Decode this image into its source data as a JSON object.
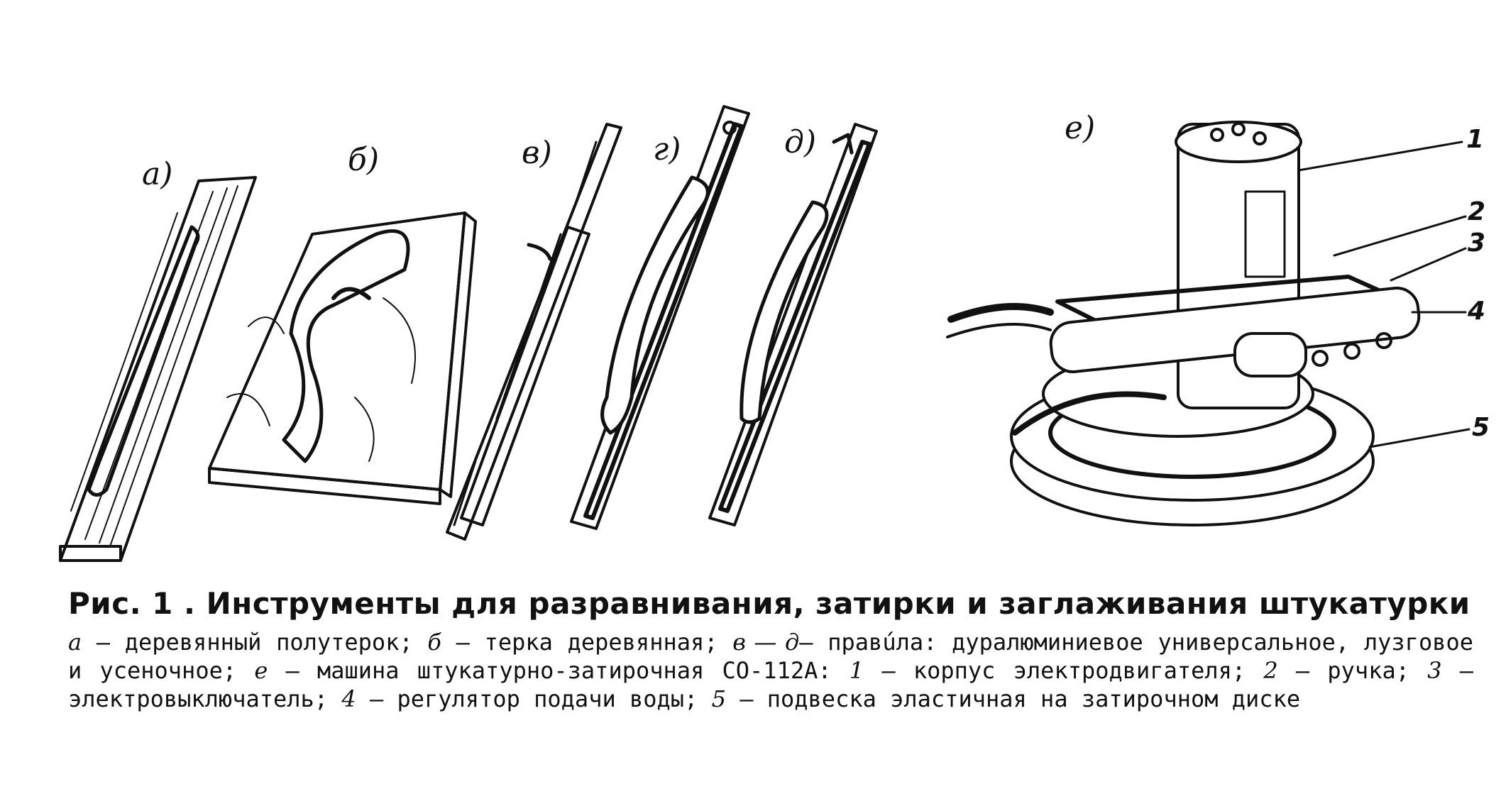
{
  "figure": {
    "panel_labels": [
      "а)",
      "б)",
      "в)",
      "г)",
      "д)",
      "е)"
    ],
    "callouts": [
      "1",
      "2",
      "3",
      "4",
      "5"
    ]
  },
  "caption": {
    "title": "Рис. 1 . Инструменты для разравнивания, затирки и заглаживания штукатурки",
    "body_parts": [
      {
        "sym": "а"
      },
      {
        "text": " — деревянный полутерок; "
      },
      {
        "sym": "б"
      },
      {
        "text": " — терка деревянная; "
      },
      {
        "sym": "в — д"
      },
      {
        "text": "— правúла: дуралюминиевое универсальное, лузговое и усеночное; "
      },
      {
        "sym": "е"
      },
      {
        "text": " — машина штукатурно-затирочная СО-112А: "
      },
      {
        "sym": "1"
      },
      {
        "text": " — корпус электродвигателя; "
      },
      {
        "sym": "2"
      },
      {
        "text": " — ручка; "
      },
      {
        "sym": "3"
      },
      {
        "text": " — электровыключатель; "
      },
      {
        "sym": "4"
      },
      {
        "text": " — регулятор подачи воды; "
      },
      {
        "sym": "5"
      },
      {
        "text": " — подвеска эластичная на затирочном диске"
      }
    ]
  }
}
